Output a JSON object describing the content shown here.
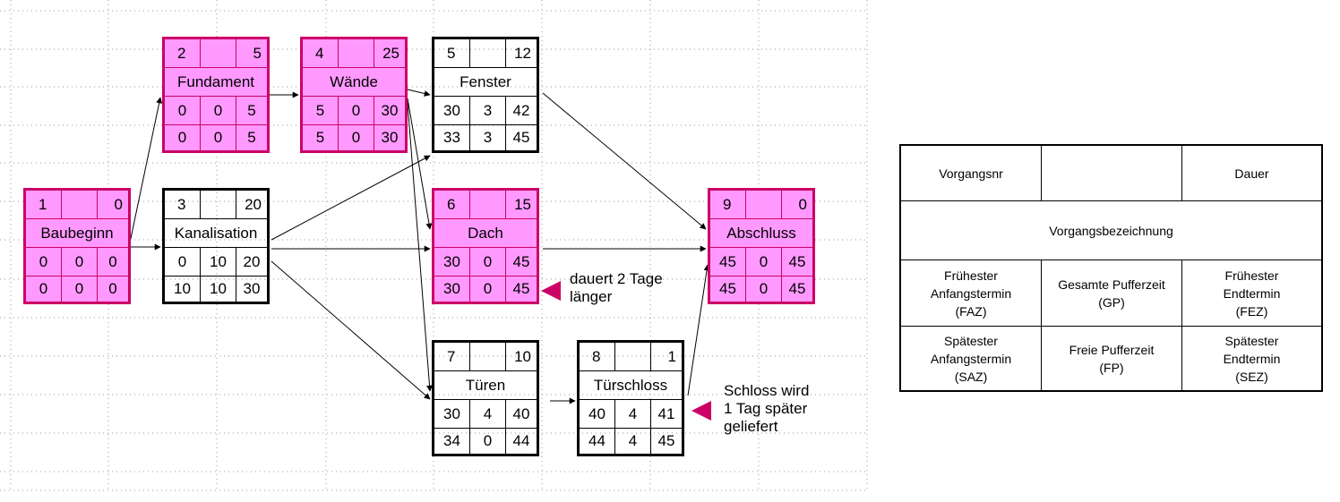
{
  "nodes": {
    "baubeginn": {
      "nr": "1",
      "dauer": "0",
      "name": "Baubeginn",
      "faz": "0",
      "gp": "0",
      "fez": "0",
      "saz": "0",
      "fp": "0",
      "sez": "0"
    },
    "fundament": {
      "nr": "2",
      "dauer": "5",
      "name": "Fundament",
      "faz": "0",
      "gp": "0",
      "fez": "5",
      "saz": "0",
      "fp": "0",
      "sez": "5"
    },
    "waende": {
      "nr": "4",
      "dauer": "25",
      "name": "Wände",
      "faz": "5",
      "gp": "0",
      "fez": "30",
      "saz": "5",
      "fp": "0",
      "sez": "30"
    },
    "fenster": {
      "nr": "5",
      "dauer": "12",
      "name": "Fenster",
      "faz": "30",
      "gp": "3",
      "fez": "42",
      "saz": "33",
      "fp": "3",
      "sez": "45"
    },
    "kanalisation": {
      "nr": "3",
      "dauer": "20",
      "name": "Kanalisation",
      "faz": "0",
      "gp": "10",
      "fez": "20",
      "saz": "10",
      "fp": "10",
      "sez": "30"
    },
    "dach": {
      "nr": "6",
      "dauer": "15",
      "name": "Dach",
      "faz": "30",
      "gp": "0",
      "fez": "45",
      "saz": "30",
      "fp": "0",
      "sez": "45"
    },
    "abschluss": {
      "nr": "9",
      "dauer": "0",
      "name": "Abschluss",
      "faz": "45",
      "gp": "0",
      "fez": "45",
      "saz": "45",
      "fp": "0",
      "sez": "45"
    },
    "tueren": {
      "nr": "7",
      "dauer": "10",
      "name": "Türen",
      "faz": "30",
      "gp": "4",
      "fez": "40",
      "saz": "34",
      "fp": "0",
      "sez": "44"
    },
    "tuerschloss": {
      "nr": "8",
      "dauer": "1",
      "name": "Türschloss",
      "faz": "40",
      "gp": "4",
      "fez": "41",
      "saz": "44",
      "fp": "4",
      "sez": "45"
    }
  },
  "notes": {
    "dach_line1": "dauert 2 Tage",
    "dach_line2": "länger",
    "schloss_line1": "Schloss wird",
    "schloss_line2": "1 Tag später",
    "schloss_line3": "geliefert"
  },
  "legend": {
    "vorgangsnr": "Vorgangsnr",
    "dauer": "Dauer",
    "bezeichnung": "Vorgangsbezeichnung",
    "faz_1": "Frühester",
    "faz_2": "Anfangstermin",
    "faz_3": "(FAZ)",
    "gp_1": "Gesamte Pufferzeit",
    "gp_2": "(GP)",
    "fez_1": "Frühester",
    "fez_2": "Endtermin",
    "fez_3": "(FEZ)",
    "saz_1": "Spätester",
    "saz_2": "Anfangstermin",
    "saz_3": "(SAZ)",
    "fp_1": "Freie Pufferzeit",
    "fp_2": "(FP)",
    "sez_1": "Spätester",
    "sez_2": "Endtermin",
    "sez_3": "(SEZ)"
  },
  "colors": {
    "critical_fill": "#ff99ff",
    "critical_border": "#cc0066",
    "marker": "#cc0066"
  }
}
